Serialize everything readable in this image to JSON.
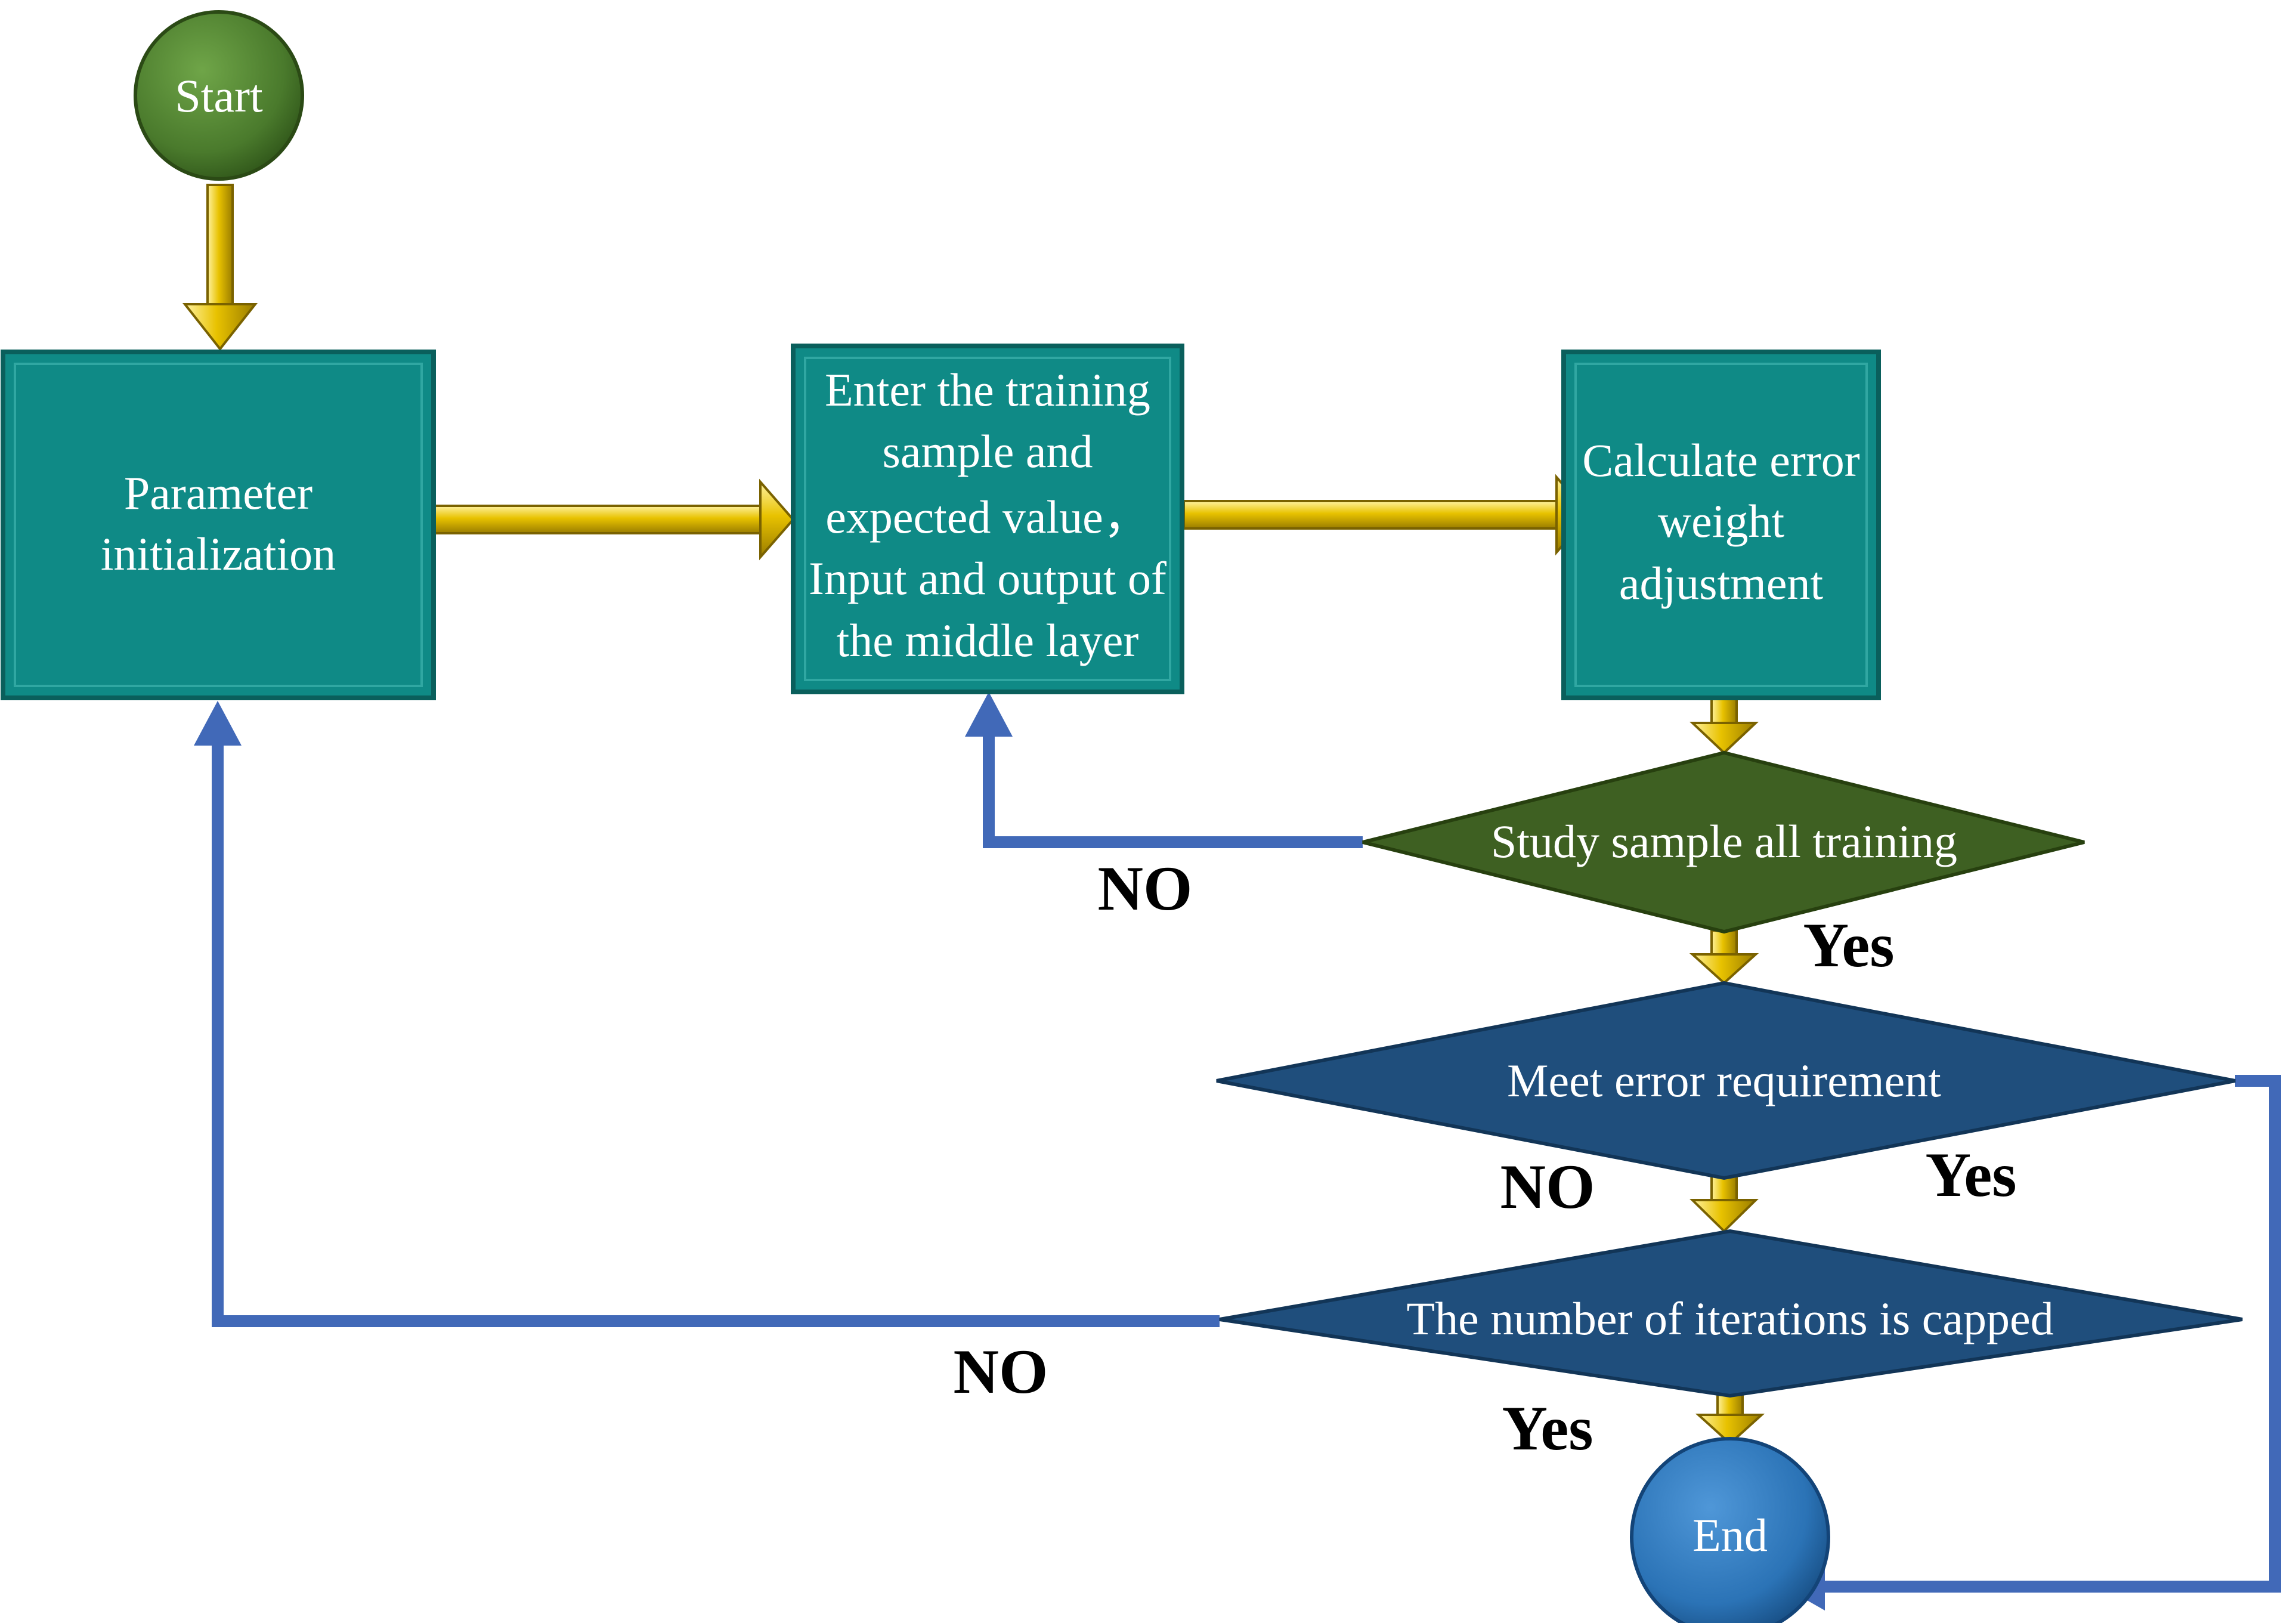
{
  "nodes": {
    "start": {
      "label": "Start"
    },
    "param_init": {
      "lines": [
        "Parameter",
        "initialization"
      ]
    },
    "enter_sample": {
      "lines": [
        "Enter the training",
        "sample and",
        "expected value，",
        "Input and output of",
        "the middle layer"
      ]
    },
    "calc_error": {
      "lines": [
        "Calculate error",
        "weight",
        "adjustment"
      ]
    },
    "study_sample": {
      "label": "Study sample all training"
    },
    "meet_error": {
      "label": "Meet error requirement"
    },
    "iterations_capped": {
      "label": "The number of iterations is capped"
    },
    "end": {
      "label": "End"
    }
  },
  "edge_labels": {
    "study_no": "NO",
    "study_yes": "Yes",
    "meet_no": "NO",
    "meet_yes": "Yes",
    "iter_no": "NO",
    "iter_yes": "Yes"
  },
  "colors": {
    "start_node": "#4a7a2c",
    "process_box": "#0f8a86",
    "diamond_green": "#3e6022",
    "diamond_blue": "#1f4e7c",
    "end_node": "#2b73b6",
    "flow_arrow_yellow": "#e8c200",
    "loop_arrow_blue": "#4169b8"
  }
}
